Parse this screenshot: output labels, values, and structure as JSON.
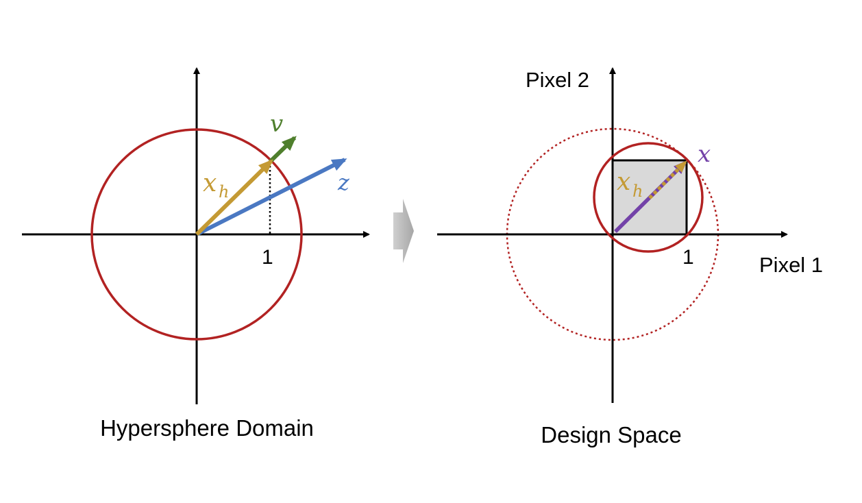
{
  "left_panel": {
    "caption": "Hypersphere Domain",
    "tick_one": "1",
    "vector_v": "v",
    "vector_z": "z",
    "vector_xh_base": "x",
    "vector_xh_sub": "h"
  },
  "right_panel": {
    "caption": "Design Space",
    "tick_one": "1",
    "x_axis_label": "Pixel 1",
    "y_axis_label": "Pixel 2",
    "vector_x": "x",
    "vector_xh_base": "x",
    "vector_xh_sub": "h"
  },
  "colors": {
    "circle": "#b22222",
    "xh": "#c49a34",
    "v": "#4f7f2d",
    "z": "#4a78c2",
    "x": "#7342a8",
    "box_fill": "#d9d9d9",
    "transition_arrow": "#b3b3b3"
  }
}
